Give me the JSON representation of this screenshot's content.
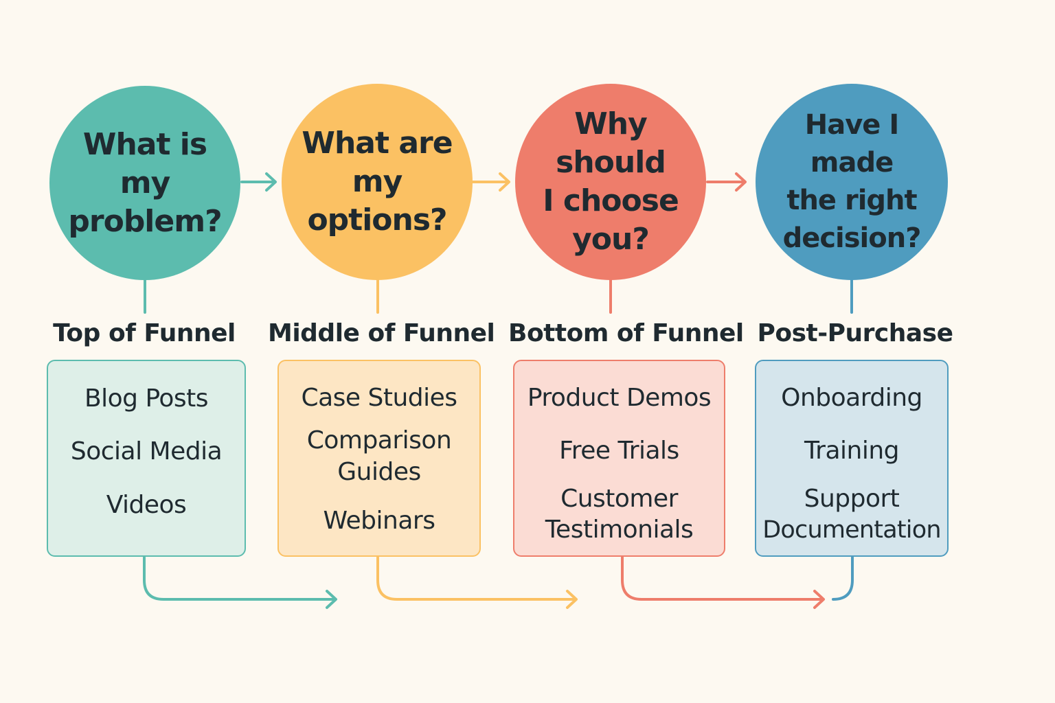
{
  "colors": {
    "background": "#fdf9f1",
    "teal": "#5cbcae",
    "orange": "#fbc163",
    "coral": "#ee7d6b",
    "blue": "#4f9cbf"
  },
  "stages": [
    {
      "question": [
        "What is",
        "my problem?"
      ],
      "label": "Top of Funnel",
      "items": [
        "Blog Posts",
        "Social Media",
        "Videos"
      ]
    },
    {
      "question": [
        "What are",
        "my options?"
      ],
      "label": "Middle of Funnel",
      "items": [
        "Case Studies",
        "Comparison",
        "Guides",
        "Webinars"
      ]
    },
    {
      "question": [
        "Why should",
        "I choose",
        "you?"
      ],
      "label": "Bottom of Funnel",
      "items": [
        "Product Demos",
        "Free Trials",
        "Customer",
        "Testimonials"
      ]
    },
    {
      "question": [
        "Have I made",
        "the right",
        "decision?"
      ],
      "label": "Post-Purchase",
      "items": [
        "Onboarding",
        "Training",
        "Support",
        "Documentation"
      ]
    }
  ]
}
